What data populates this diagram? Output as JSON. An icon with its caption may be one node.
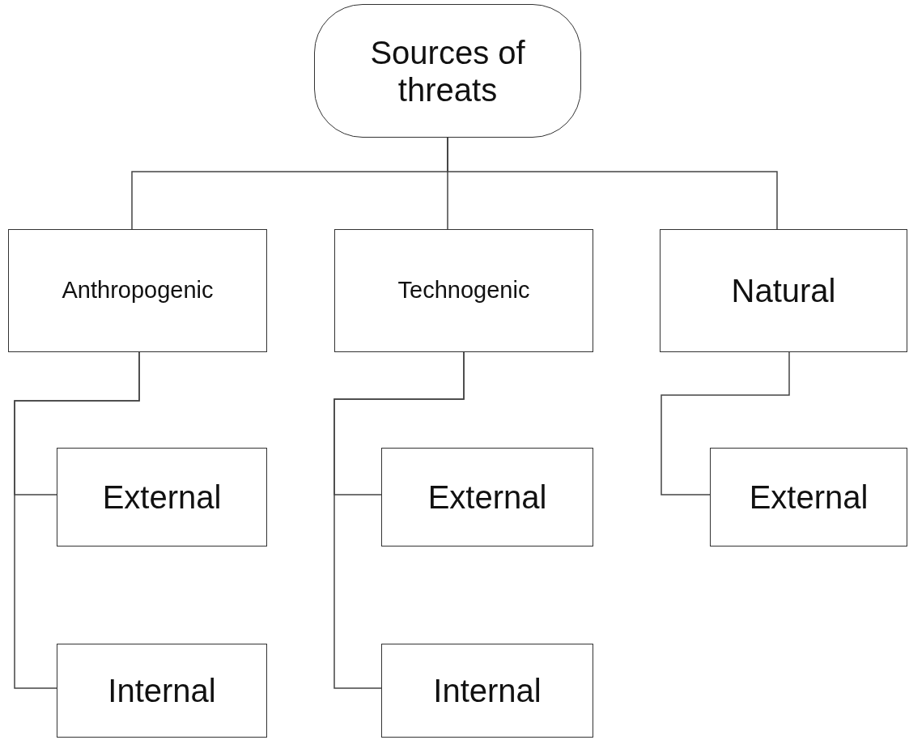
{
  "diagram": {
    "nodes": [
      {
        "text": [
          "Sources of threats"
        ]
      },
      {
        "text": [
          "Anthropogenic"
        ]
      },
      {
        "text": [
          "Technogenic"
        ]
      },
      {
        "text": [
          "Natural"
        ]
      },
      {
        "text": [
          "External"
        ]
      },
      {
        "text": [
          "Internal"
        ]
      },
      {
        "text": [
          "External"
        ]
      },
      {
        "text": [
          "Internal"
        ]
      },
      {
        "text": [
          "External"
        ]
      }
    ],
    "edges": [
      {
        "from": 0,
        "to": 1,
        "arrow": "none"
      },
      {
        "from": 0,
        "to": 2,
        "arrow": "none"
      },
      {
        "from": 0,
        "to": 3,
        "arrow": "none"
      },
      {
        "from": 1,
        "to": 4,
        "arrow": "none"
      },
      {
        "from": 1,
        "to": 5,
        "arrow": "none"
      },
      {
        "from": 2,
        "to": 6,
        "arrow": "none"
      },
      {
        "from": 2,
        "to": 7,
        "arrow": "none"
      },
      {
        "from": 3,
        "to": 8,
        "arrow": "none"
      }
    ]
  }
}
